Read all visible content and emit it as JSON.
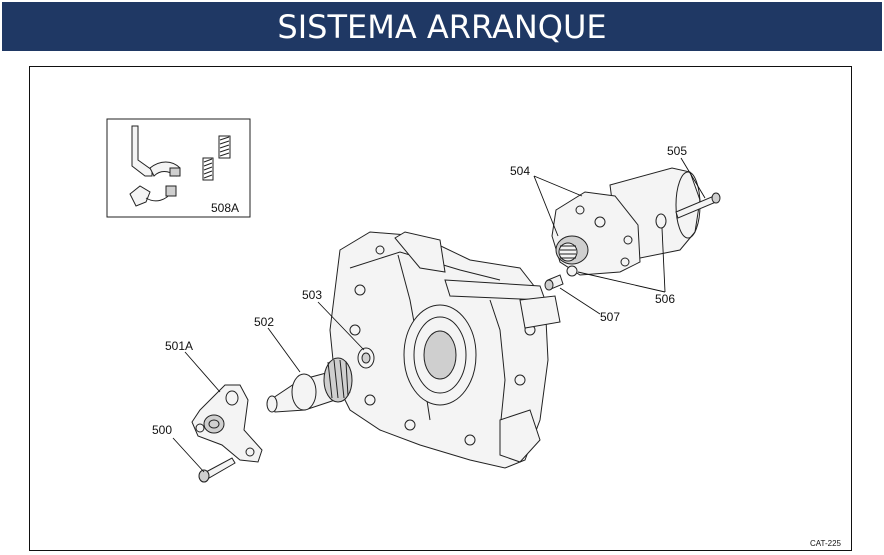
{
  "header": {
    "title": "SISTEMA ARRANQUE",
    "background": "#1f3864"
  },
  "parts": {
    "p500": "500",
    "p501A": "501A",
    "p502": "502",
    "p503": "503",
    "p504": "504",
    "p505": "505",
    "p506": "506",
    "p507": "507",
    "p508A": "508A"
  },
  "catalog_code": "CAT-225"
}
